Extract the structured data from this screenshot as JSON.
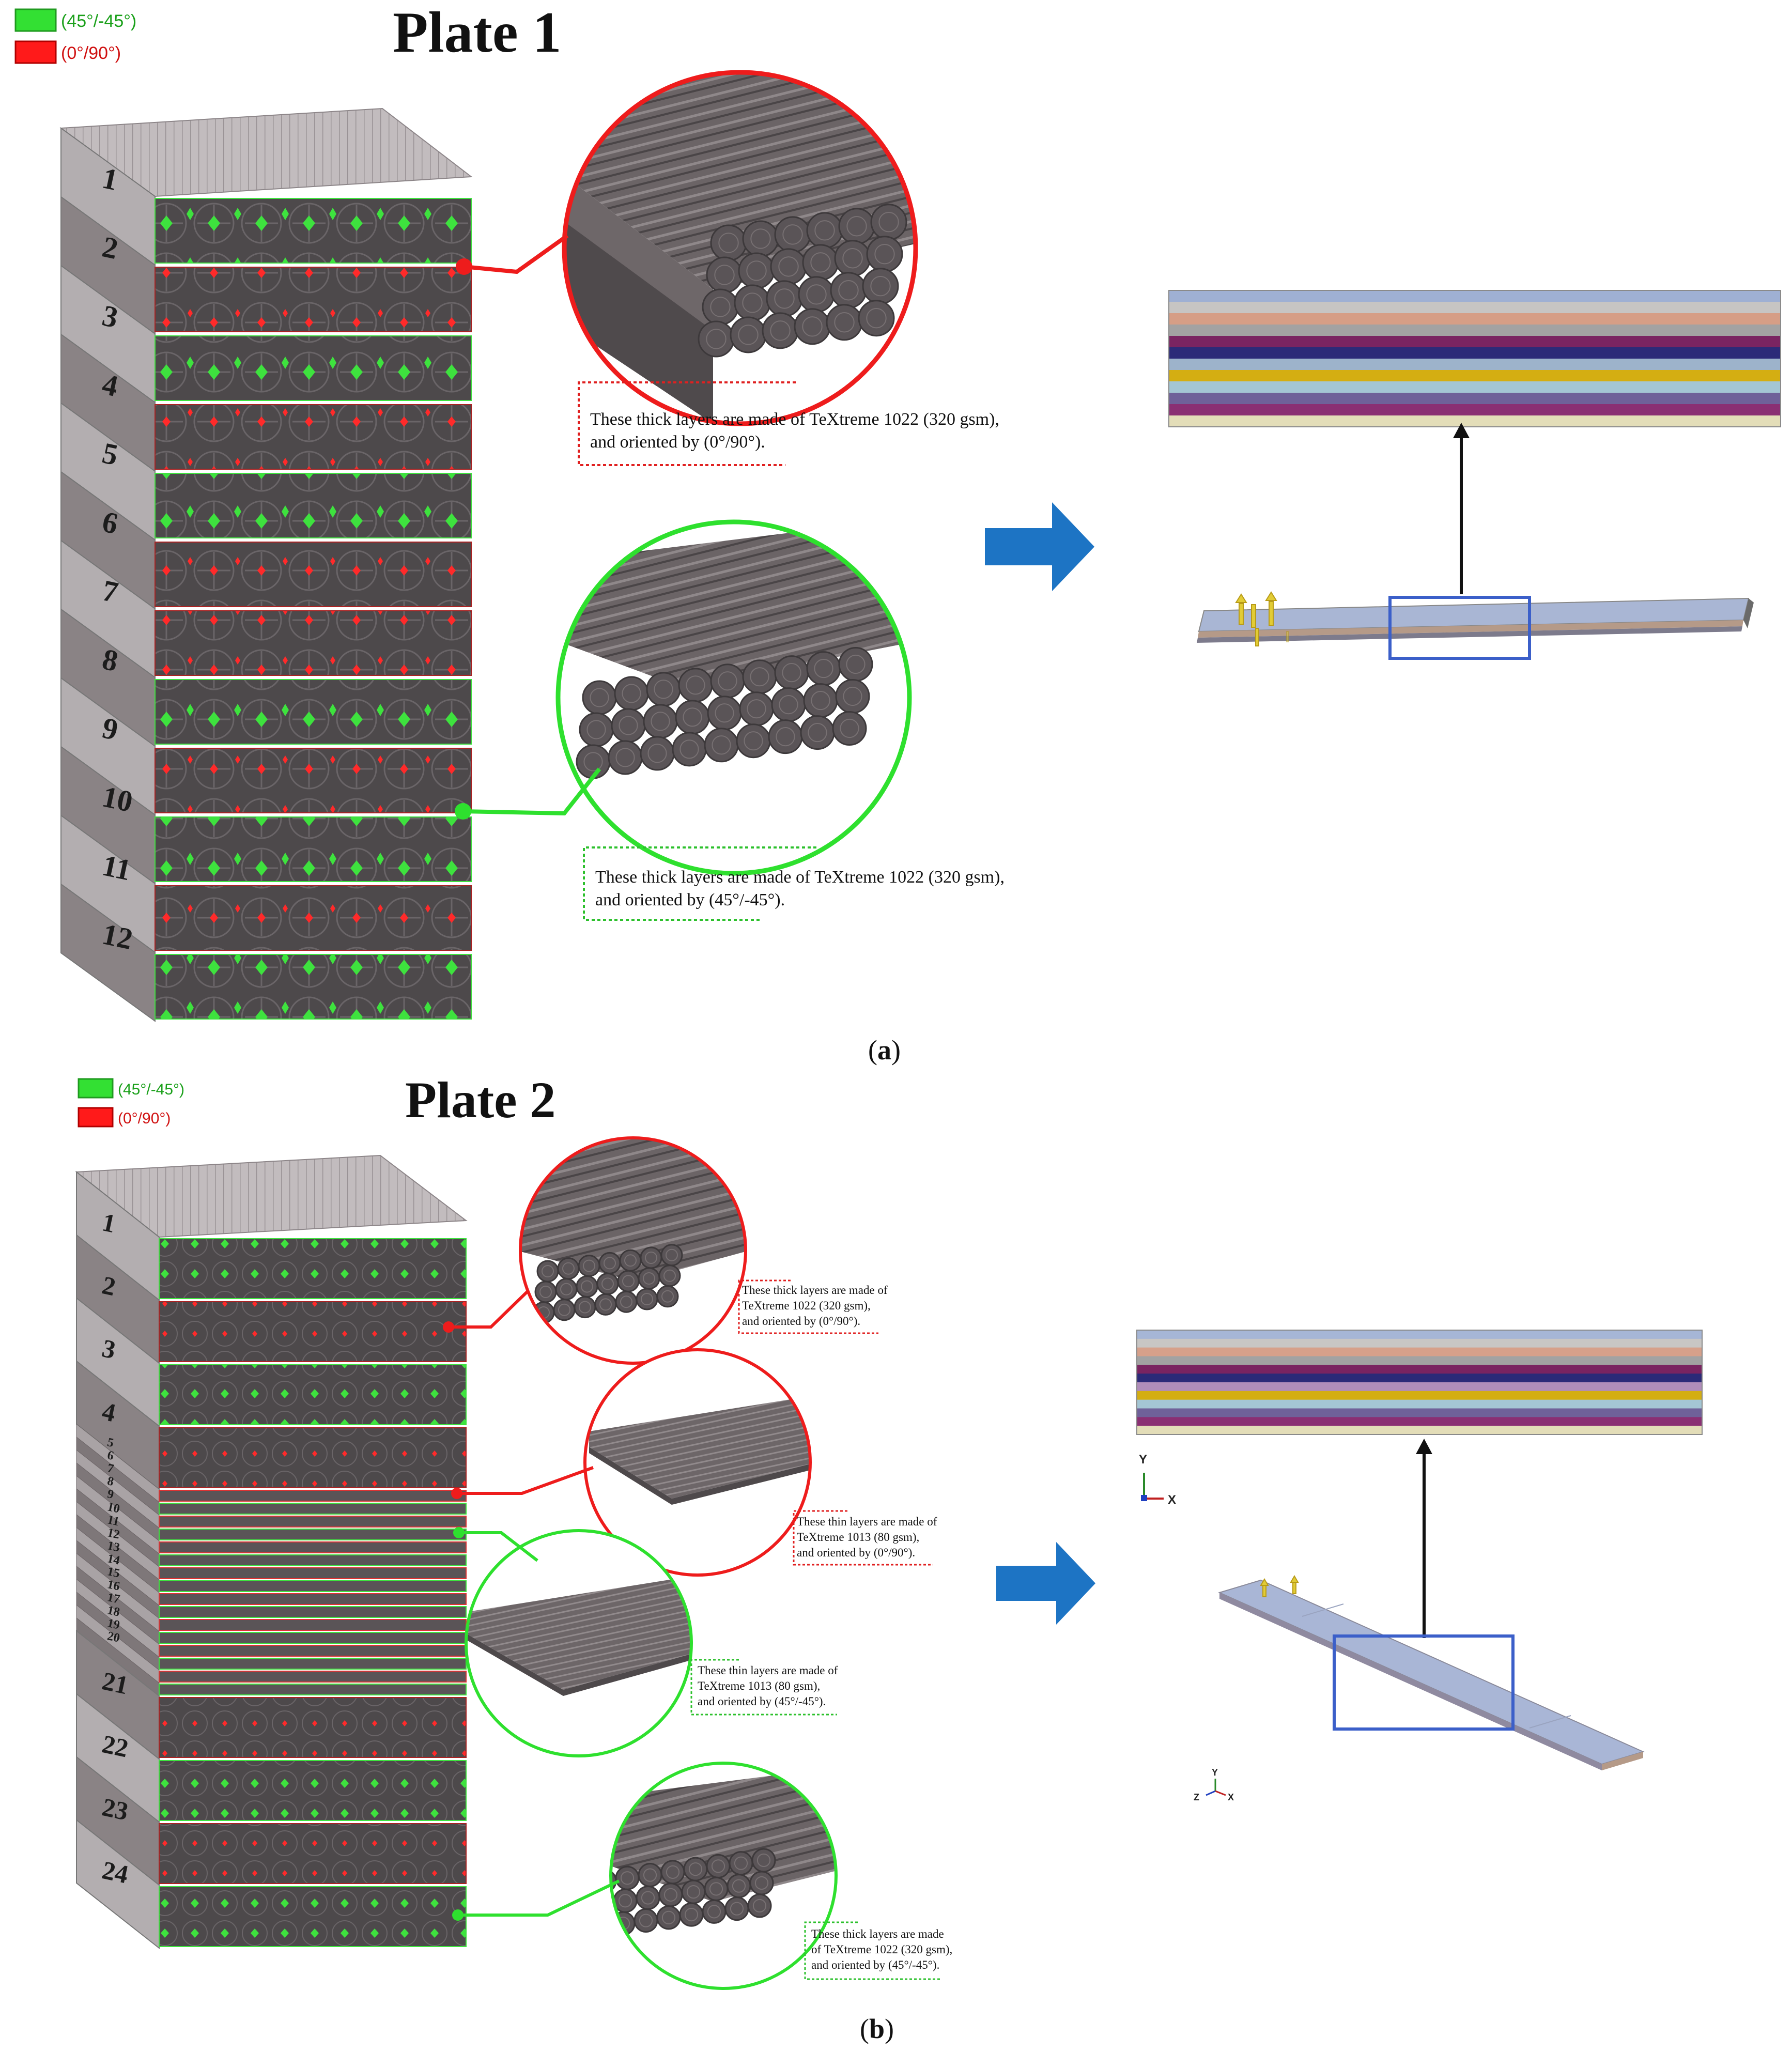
{
  "legend": {
    "green": "(45°/-45°)",
    "red": "(0°/90°)"
  },
  "colors": {
    "green_layer": "#33e033",
    "red_layer": "#ff1a1a",
    "fiber_gray": "#555052",
    "arrow_blue": "#1d74c4",
    "box_blue": "#3b5fc9"
  },
  "panel_a": {
    "title": "Plate 1",
    "caption_letter": "a",
    "layer_numbers": [
      "1",
      "2",
      "3",
      "4",
      "5",
      "6",
      "7",
      "8",
      "9",
      "10",
      "11",
      "12"
    ],
    "layer_orientations": [
      "g",
      "r",
      "g",
      "r",
      "g",
      "r",
      "r",
      "g",
      "r",
      "g",
      "r",
      "g"
    ],
    "callout_red": [
      "These thick layers are made of TeXtreme 1022 (320 gsm),",
      "and oriented by (0°/90°)."
    ],
    "callout_green": [
      "These thick layers are made of TeXtreme 1022 (320 gsm),",
      "and oriented by (45°/-45°)."
    ],
    "stripe_colors": [
      "#9fb0d3",
      "#c7c5c3",
      "#d69e86",
      "#a3a2a2",
      "#7a2461",
      "#2c2a78",
      "#9db3cb",
      "#d4ae12",
      "#a4c6d4",
      "#6f6199",
      "#8a2f73",
      "#e3ddb8"
    ]
  },
  "panel_b": {
    "title": "Plate 2",
    "caption_letter": "b",
    "thick_top": [
      "1",
      "2",
      "3",
      "4"
    ],
    "thin_numbers": [
      "5",
      "6",
      "7",
      "8",
      "9",
      "10",
      "11",
      "12",
      "13",
      "14",
      "15",
      "16",
      "17",
      "18",
      "19",
      "20"
    ],
    "thick_bottom": [
      "21",
      "22",
      "23",
      "24"
    ],
    "callout_1": [
      "These thick layers are made of",
      "TeXtreme 1022 (320 gsm),",
      "and oriented by (0°/90°)."
    ],
    "callout_2": [
      "These thin layers are made of",
      "TeXtreme 1013 (80 gsm),",
      "and oriented by (0°/90°)."
    ],
    "callout_3": [
      "These thin layers are made of",
      "TeXtreme 1013 (80 gsm),",
      "and oriented by (45°/-45°)."
    ],
    "callout_4": [
      "These thick layers are made",
      "of TeXtreme 1022 (320 gsm),",
      "and oriented by (45°/-45°)."
    ],
    "stripe_colors": [
      "#a6b6d6",
      "#c8c6c4",
      "#d6a08a",
      "#a2a2a2",
      "#7a2461",
      "#2c2a78",
      "#b08dba",
      "#d4ae12",
      "#a4c6d4",
      "#6f6199",
      "#8a2f73",
      "#e3ddb8"
    ],
    "triad_big": {
      "y": "Y",
      "x": "X"
    },
    "triad_small": {
      "y": "Y",
      "z": "Z",
      "x": "X"
    }
  }
}
